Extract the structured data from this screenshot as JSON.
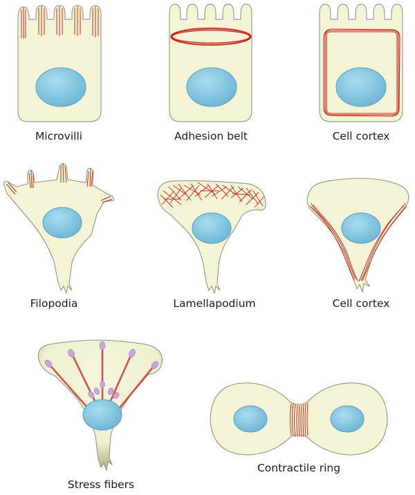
{
  "colors": {
    "cytoplasm": "#f3f4d6",
    "cell_outline": "#8a8a7a",
    "nucleus": "#7fc4de",
    "nucleus_outline": "#5a9ec0",
    "actin": "#c8281e",
    "focal_adhesion": "#c9a6da"
  },
  "panels": [
    {
      "caption": "Microvilli"
    },
    {
      "caption": "Adhesion belt"
    },
    {
      "caption": "Cell cortex"
    },
    {
      "caption": "Filopodia"
    },
    {
      "caption": "Lamellapodium"
    },
    {
      "caption": "Cell cortex"
    },
    {
      "caption": "Stress fibers"
    },
    {
      "caption": "Contractile ring"
    }
  ]
}
